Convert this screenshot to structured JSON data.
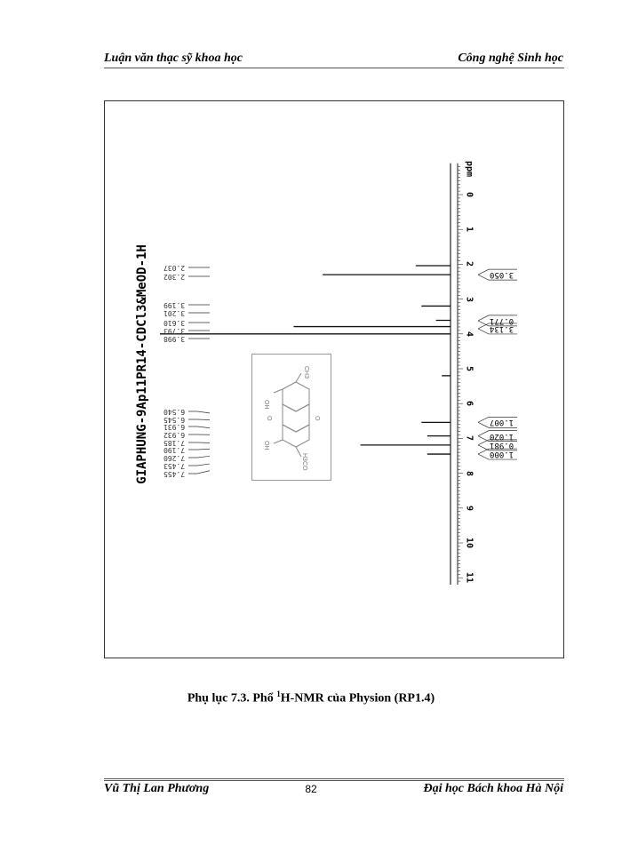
{
  "header": {
    "left": "Luận văn thạc sỹ khoa học",
    "right": "Công nghệ Sinh học"
  },
  "footer": {
    "left": "Vũ Thị Lan Phương",
    "page": "82",
    "right": "Đại học Bách khoa Hà Nội"
  },
  "caption": {
    "prefix": "Phụ lục 7.3. Phổ ",
    "sup": "1",
    "rest": "H-NMR của Physion (RP1.4)"
  },
  "structure": {
    "labels": [
      "OH",
      "O",
      "OH",
      "CH3",
      "O",
      "H3CO"
    ]
  },
  "chart_data": {
    "type": "line",
    "title": "GIAPHUNG-9Ap11PR14-CDCl3&MeOD-1H",
    "xlabel": "ppm",
    "xlim": [
      -0.9,
      11.2
    ],
    "x_reversed": false,
    "ticks": [
      "0",
      "1",
      "2",
      "3",
      "4",
      "5",
      "6",
      "7",
      "8",
      "9",
      "10",
      "11"
    ],
    "grid": false,
    "peak_labels": [
      "2.037",
      "2.302",
      "3.199",
      "3.201",
      "3.610",
      "3.793",
      "3.998",
      "6.540",
      "6.545",
      "6.931",
      "6.932",
      "7.185",
      "7.190",
      "7.260",
      "7.453",
      "7.455"
    ],
    "peaks": [
      {
        "ppm": 2.04,
        "relative_intensity": 12
      },
      {
        "ppm": 2.3,
        "relative_intensity": 44
      },
      {
        "ppm": 3.2,
        "relative_intensity": 10
      },
      {
        "ppm": 3.61,
        "relative_intensity": 5
      },
      {
        "ppm": 3.79,
        "relative_intensity": 54
      },
      {
        "ppm": 4.0,
        "relative_intensity": 100
      },
      {
        "ppm": 5.2,
        "relative_intensity": 3
      },
      {
        "ppm": 6.54,
        "relative_intensity": 10
      },
      {
        "ppm": 6.93,
        "relative_intensity": 8
      },
      {
        "ppm": 7.19,
        "relative_intensity": 31
      },
      {
        "ppm": 7.45,
        "relative_intensity": 8
      }
    ],
    "integrals": [
      {
        "ppm": 2.3,
        "value": "3.050"
      },
      {
        "ppm": 3.62,
        "value": "0.771"
      },
      {
        "ppm": 3.85,
        "value": "3.134"
      },
      {
        "ppm": 6.54,
        "value": "1.007"
      },
      {
        "ppm": 6.93,
        "value": "1.020"
      },
      {
        "ppm": 7.19,
        "value": "0.981"
      },
      {
        "ppm": 7.45,
        "value": "1.000"
      }
    ]
  }
}
